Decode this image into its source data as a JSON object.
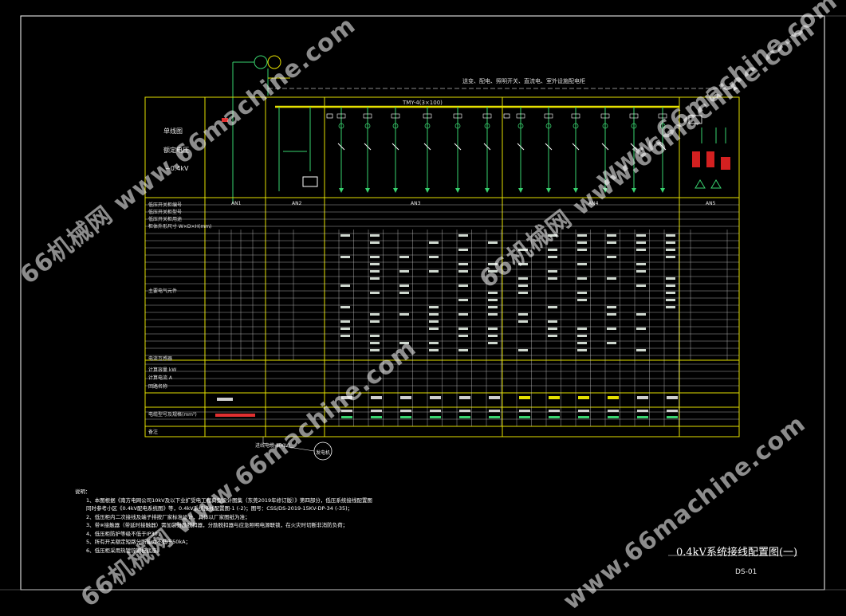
{
  "drawing": {
    "title": "0.4kV系统接线配置图(一)",
    "number": "DS-01",
    "top_annotation": "送变、配电、照明开关、直流电、室外设施配电柜",
    "left_block": [
      "单线图",
      "额定电压",
      "~0.4kV"
    ],
    "busbar_label": "TMY-4(3×100)",
    "row_labels": [
      "低压开关柜编号",
      "低压开关柜型号",
      "低压开关柜用途",
      "柜体外形尺寸 W×D×H(mm)",
      "主要电气元件",
      "电流互感器",
      "计算容量 kW",
      "计算电流 A",
      "回路名称",
      "电缆型号及规格(mm²)",
      "备注"
    ],
    "panels": [
      "AN1",
      "AN2",
      "AN3",
      "AN4",
      "AN5"
    ],
    "cable_note": "进线电缆 3(YJV)",
    "right_box": "发电机"
  },
  "notes": {
    "heading": "说明：",
    "lines": [
      "1、本图根据《南方电网公司10kV及以下业扩受电工程典型设计图集（东莞2019年修订版）》第四部分，低压系统接线配置图",
      "    同时参考小区《0.4kV配电系统图》等，0.4kV系统接线配置图-1 (-2)；图号：CSS/DS-2019-15KV-DP-34 (-35)；",
      "2、低压柜内二次接线及端子排按厂家标准设计，具体以厂家图纸为准；",
      "3、带※接触器（带延时接触器）需加装分励脱扣器，分励脱扣器与应急照明电源联锁，在火灾时切断非消防负荷；",
      "4、低压柜防护等级不低于IP30；",
      "5、所有开关额定短路分断能力不低于50kA；",
      "6、低压柜采用热镀锌钢板底座。"
    ]
  },
  "watermarks": [
    "66机械网 www.66machine.com",
    "66机械网 www.66machine.com",
    "www.66machine.com",
    "66机械网 www.66machine.com"
  ]
}
